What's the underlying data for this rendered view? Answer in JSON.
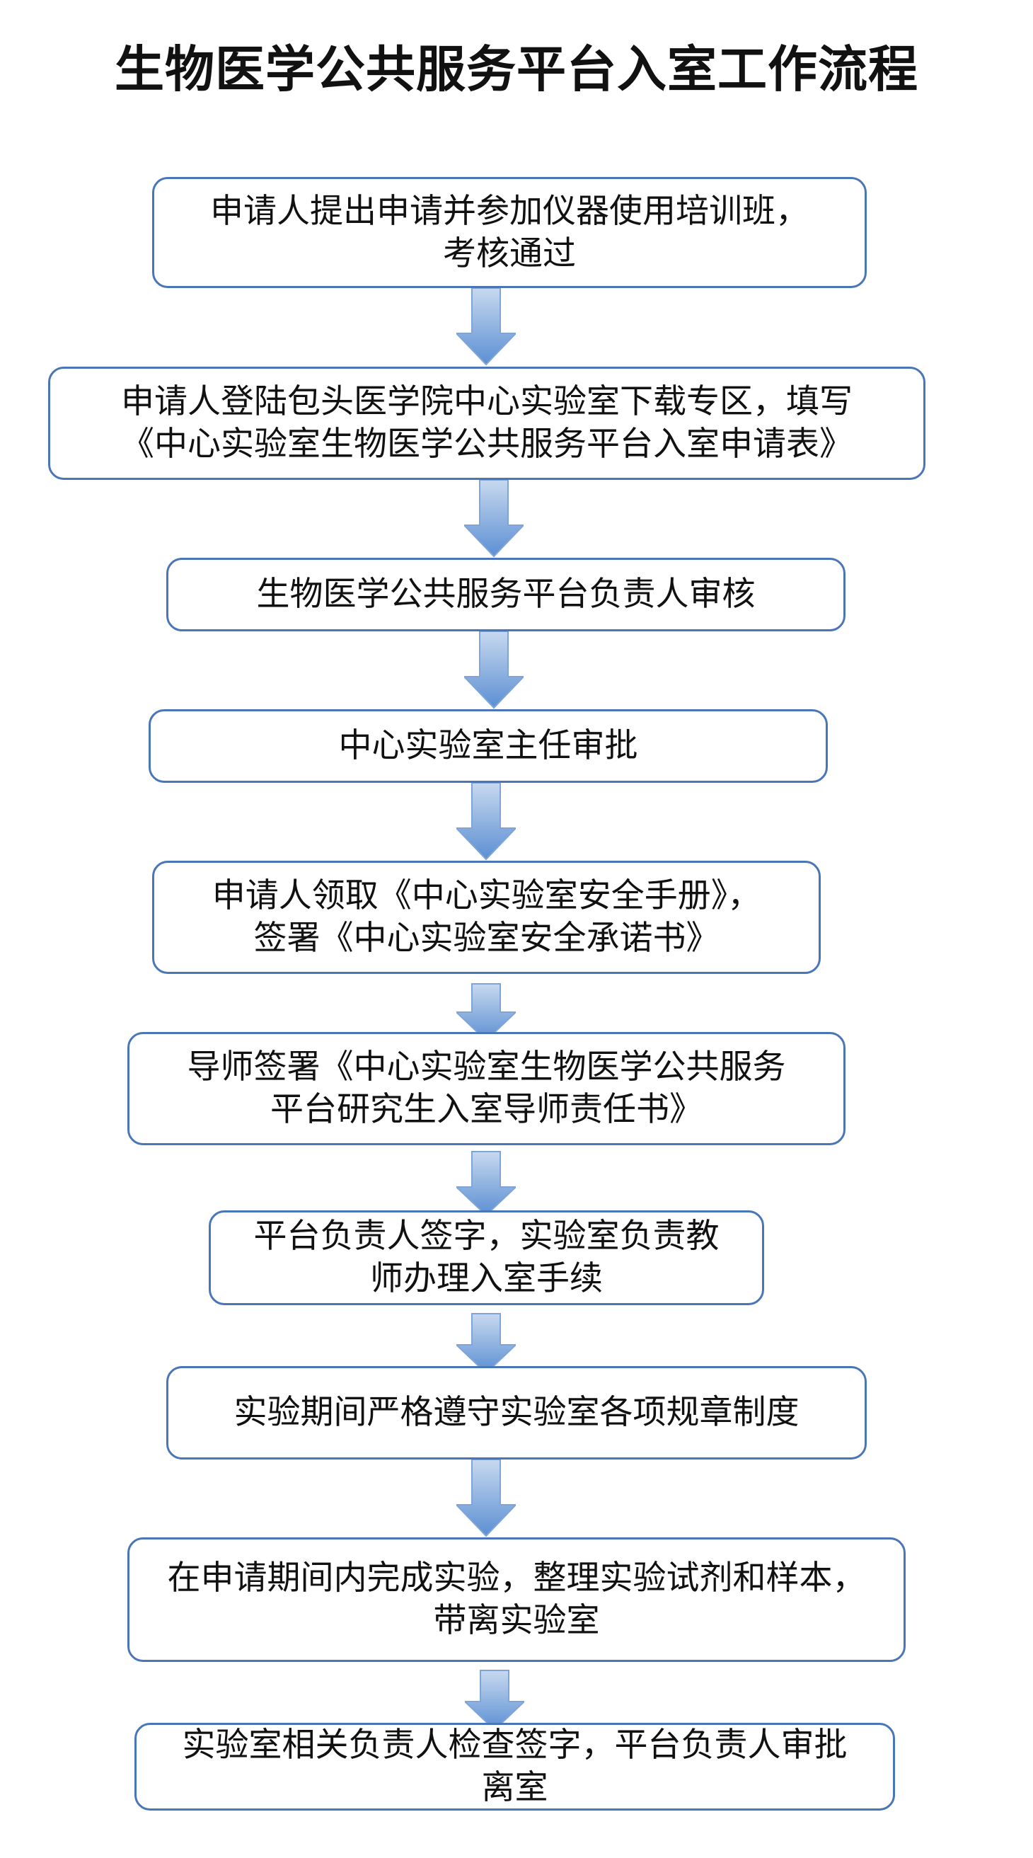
{
  "title": "生物医学公共服务平台入室工作流程",
  "steps": [
    "申请人提出申请并参加仪器使用培训班，\n考核通过",
    "申请人登陆包头医学院中心实验室下载专区，填写\n《中心实验室生物医学公共服务平台入室申请表》",
    "生物医学公共服务平台负责人审核",
    "中心实验室主任审批",
    "申请人领取《中心实验室安全手册》，\n签署《中心实验室安全承诺书》",
    "导师签署《中心实验室生物医学公共服务\n平台研究生入室导师责任书》",
    "平台负责人签字，实验室负责教\n师办理入室手续",
    "实验期间严格遵守实验室各项规章制度",
    "在申请期间内完成实验，整理实验试剂和样本，\n带离实验室",
    "实验室相关负责人检查签字，平台负责人审批\n离室"
  ],
  "colors": {
    "border": "#4a76b8",
    "arrow_top": "#c8d9ef",
    "arrow_bottom": "#5b8fd3"
  }
}
